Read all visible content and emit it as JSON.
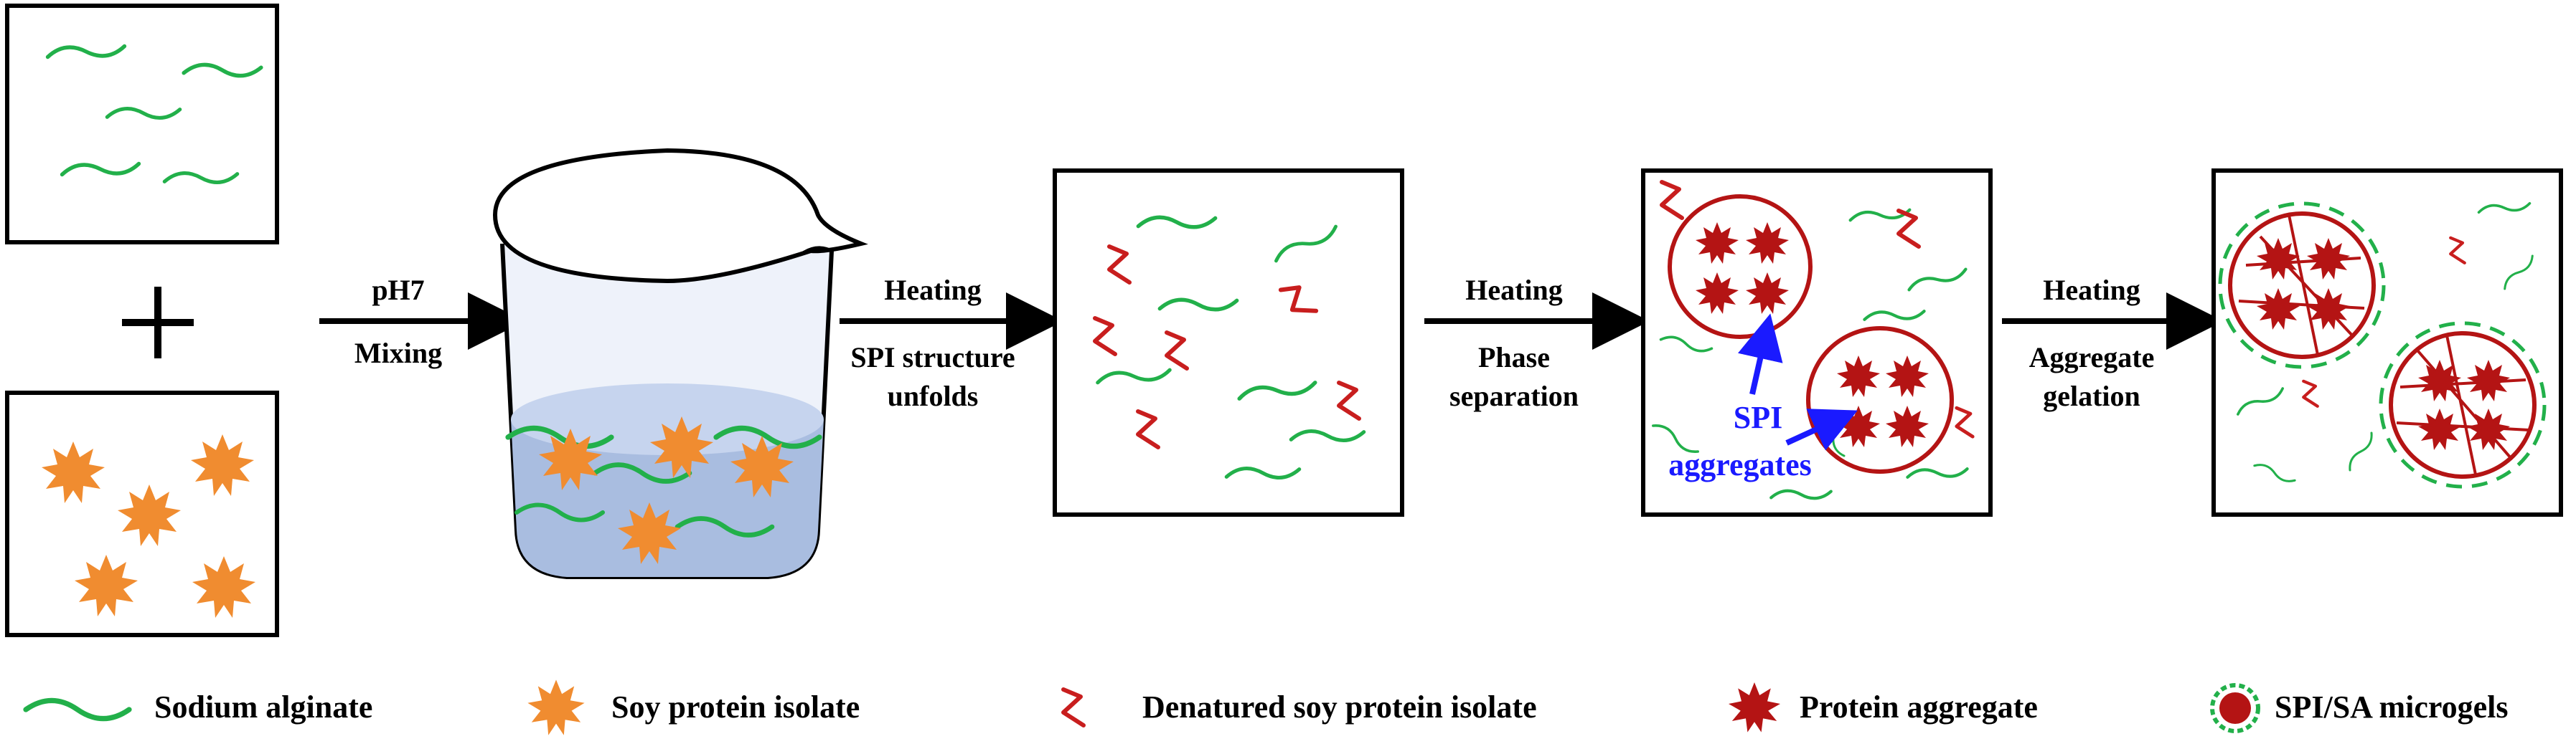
{
  "steps": {
    "s1_top": "pH7",
    "s1_bottom": "Mixing",
    "s2_top": "Heating",
    "s2_bottom_1": "SPI structure",
    "s2_bottom_2": "unfolds",
    "s3_top": "Heating",
    "s3_bottom_1": "Phase",
    "s3_bottom_2": "separation",
    "s4_top": "Heating",
    "s4_bottom_1": "Aggregate",
    "s4_bottom_2": "gelation"
  },
  "annotations": {
    "spi_line1": "SPI",
    "spi_line2": "aggregates"
  },
  "legend": {
    "sodium_alginate": "Sodium alginate",
    "soy_protein_isolate": "Soy protein isolate",
    "denatured_spi": "Denatured soy protein isolate",
    "protein_aggregate": "Protein aggregate",
    "microgels": "SPI/SA microgels"
  },
  "colors": {
    "alginate_green": "#22b04a",
    "spi_orange": "#f08c30",
    "denatured_red": "#c81e1e",
    "aggregate_red": "#b41414",
    "annotation_blue": "#1a1aff"
  }
}
